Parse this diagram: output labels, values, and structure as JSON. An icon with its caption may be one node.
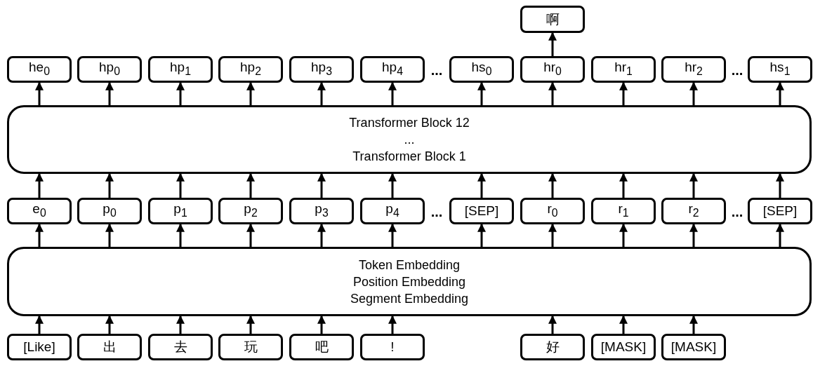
{
  "diagram": {
    "nodes": [
      {
        "text": [
          "啊"
        ]
      },
      {
        "text": [
          "he$_{0}$"
        ]
      },
      {
        "text": [
          "hp$_{0}$"
        ]
      },
      {
        "text": [
          "hp$_{1}$"
        ]
      },
      {
        "text": [
          "hp$_{2}$"
        ]
      },
      {
        "text": [
          "hp$_{3}$"
        ]
      },
      {
        "text": [
          "hp$_{4}$"
        ]
      },
      {
        "text": [
          "hs$_{0}$"
        ]
      },
      {
        "text": [
          "hr$_{0}$"
        ]
      },
      {
        "text": [
          "hr$_{1}$"
        ]
      },
      {
        "text": [
          "hr$_{2}$"
        ]
      },
      {
        "text": [
          "hs$_{1}$"
        ]
      },
      {
        "text": [
          "Transformer Block 12",
          "...",
          "Transformer Block 1"
        ]
      },
      {
        "text": [
          "e$_{0}$"
        ]
      },
      {
        "text": [
          "p$_{0}$"
        ]
      },
      {
        "text": [
          "p$_{1}$"
        ]
      },
      {
        "text": [
          "p$_{2}$"
        ]
      },
      {
        "text": [
          "p$_{3}$"
        ]
      },
      {
        "text": [
          "p$_{4}$"
        ]
      },
      {
        "text": [
          "[SEP]"
        ]
      },
      {
        "text": [
          "r$_{0}$"
        ]
      },
      {
        "text": [
          "r$_{1}$"
        ]
      },
      {
        "text": [
          "r$_{2}$"
        ]
      },
      {
        "text": [
          "[SEP]"
        ]
      },
      {
        "text": [
          "Token Embedding",
          "Position Embedding",
          "Segment Embedding"
        ]
      },
      {
        "text": [
          "[Like]"
        ]
      },
      {
        "text": [
          "出"
        ]
      },
      {
        "text": [
          "去"
        ]
      },
      {
        "text": [
          "玩"
        ]
      },
      {
        "text": [
          "吧"
        ]
      },
      {
        "text": [
          "!"
        ]
      },
      {
        "text": [
          "好"
        ]
      },
      {
        "text": [
          "[MASK]"
        ]
      },
      {
        "text": [
          "[MASK]"
        ]
      }
    ],
    "edges": [
      {
        "from": 8,
        "to": 0,
        "arrow": "to"
      },
      {
        "from": 12,
        "to": 1,
        "arrow": "to"
      },
      {
        "from": 12,
        "to": 2,
        "arrow": "to"
      },
      {
        "from": 12,
        "to": 3,
        "arrow": "to"
      },
      {
        "from": 12,
        "to": 4,
        "arrow": "to"
      },
      {
        "from": 12,
        "to": 5,
        "arrow": "to"
      },
      {
        "from": 12,
        "to": 6,
        "arrow": "to"
      },
      {
        "from": 12,
        "to": 7,
        "arrow": "to"
      },
      {
        "from": 12,
        "to": 8,
        "arrow": "to"
      },
      {
        "from": 12,
        "to": 9,
        "arrow": "to"
      },
      {
        "from": 12,
        "to": 10,
        "arrow": "to"
      },
      {
        "from": 12,
        "to": 11,
        "arrow": "to"
      },
      {
        "from": 13,
        "to": 12,
        "arrow": "to"
      },
      {
        "from": 14,
        "to": 12,
        "arrow": "to"
      },
      {
        "from": 15,
        "to": 12,
        "arrow": "to"
      },
      {
        "from": 16,
        "to": 12,
        "arrow": "to"
      },
      {
        "from": 17,
        "to": 12,
        "arrow": "to"
      },
      {
        "from": 18,
        "to": 12,
        "arrow": "to"
      },
      {
        "from": 19,
        "to": 12,
        "arrow": "to"
      },
      {
        "from": 20,
        "to": 12,
        "arrow": "to"
      },
      {
        "from": 21,
        "to": 12,
        "arrow": "to"
      },
      {
        "from": 22,
        "to": 12,
        "arrow": "to"
      },
      {
        "from": 23,
        "to": 12,
        "arrow": "to"
      },
      {
        "from": 24,
        "to": 13,
        "arrow": "to"
      },
      {
        "from": 24,
        "to": 14,
        "arrow": "to"
      },
      {
        "from": 24,
        "to": 15,
        "arrow": "to"
      },
      {
        "from": 24,
        "to": 16,
        "arrow": "to"
      },
      {
        "from": 24,
        "to": 17,
        "arrow": "to"
      },
      {
        "from": 24,
        "to": 18,
        "arrow": "to"
      },
      {
        "from": 24,
        "to": 19,
        "arrow": "to"
      },
      {
        "from": 24,
        "to": 20,
        "arrow": "to"
      },
      {
        "from": 24,
        "to": 21,
        "arrow": "to"
      },
      {
        "from": 24,
        "to": 22,
        "arrow": "to"
      },
      {
        "from": 24,
        "to": 23,
        "arrow": "to"
      },
      {
        "from": 25,
        "to": 24,
        "arrow": "to"
      },
      {
        "from": 26,
        "to": 24,
        "arrow": "to"
      },
      {
        "from": 27,
        "to": 24,
        "arrow": "to"
      },
      {
        "from": 28,
        "to": 24,
        "arrow": "to"
      },
      {
        "from": 29,
        "to": 24,
        "arrow": "to"
      },
      {
        "from": 30,
        "to": 24,
        "arrow": "to"
      },
      {
        "from": 31,
        "to": 24,
        "arrow": "to"
      },
      {
        "from": 32,
        "to": 24,
        "arrow": "to"
      },
      {
        "from": 33,
        "to": 24,
        "arrow": "to"
      }
    ],
    "labels": [
      "...",
      "...",
      "...",
      "..."
    ]
  }
}
